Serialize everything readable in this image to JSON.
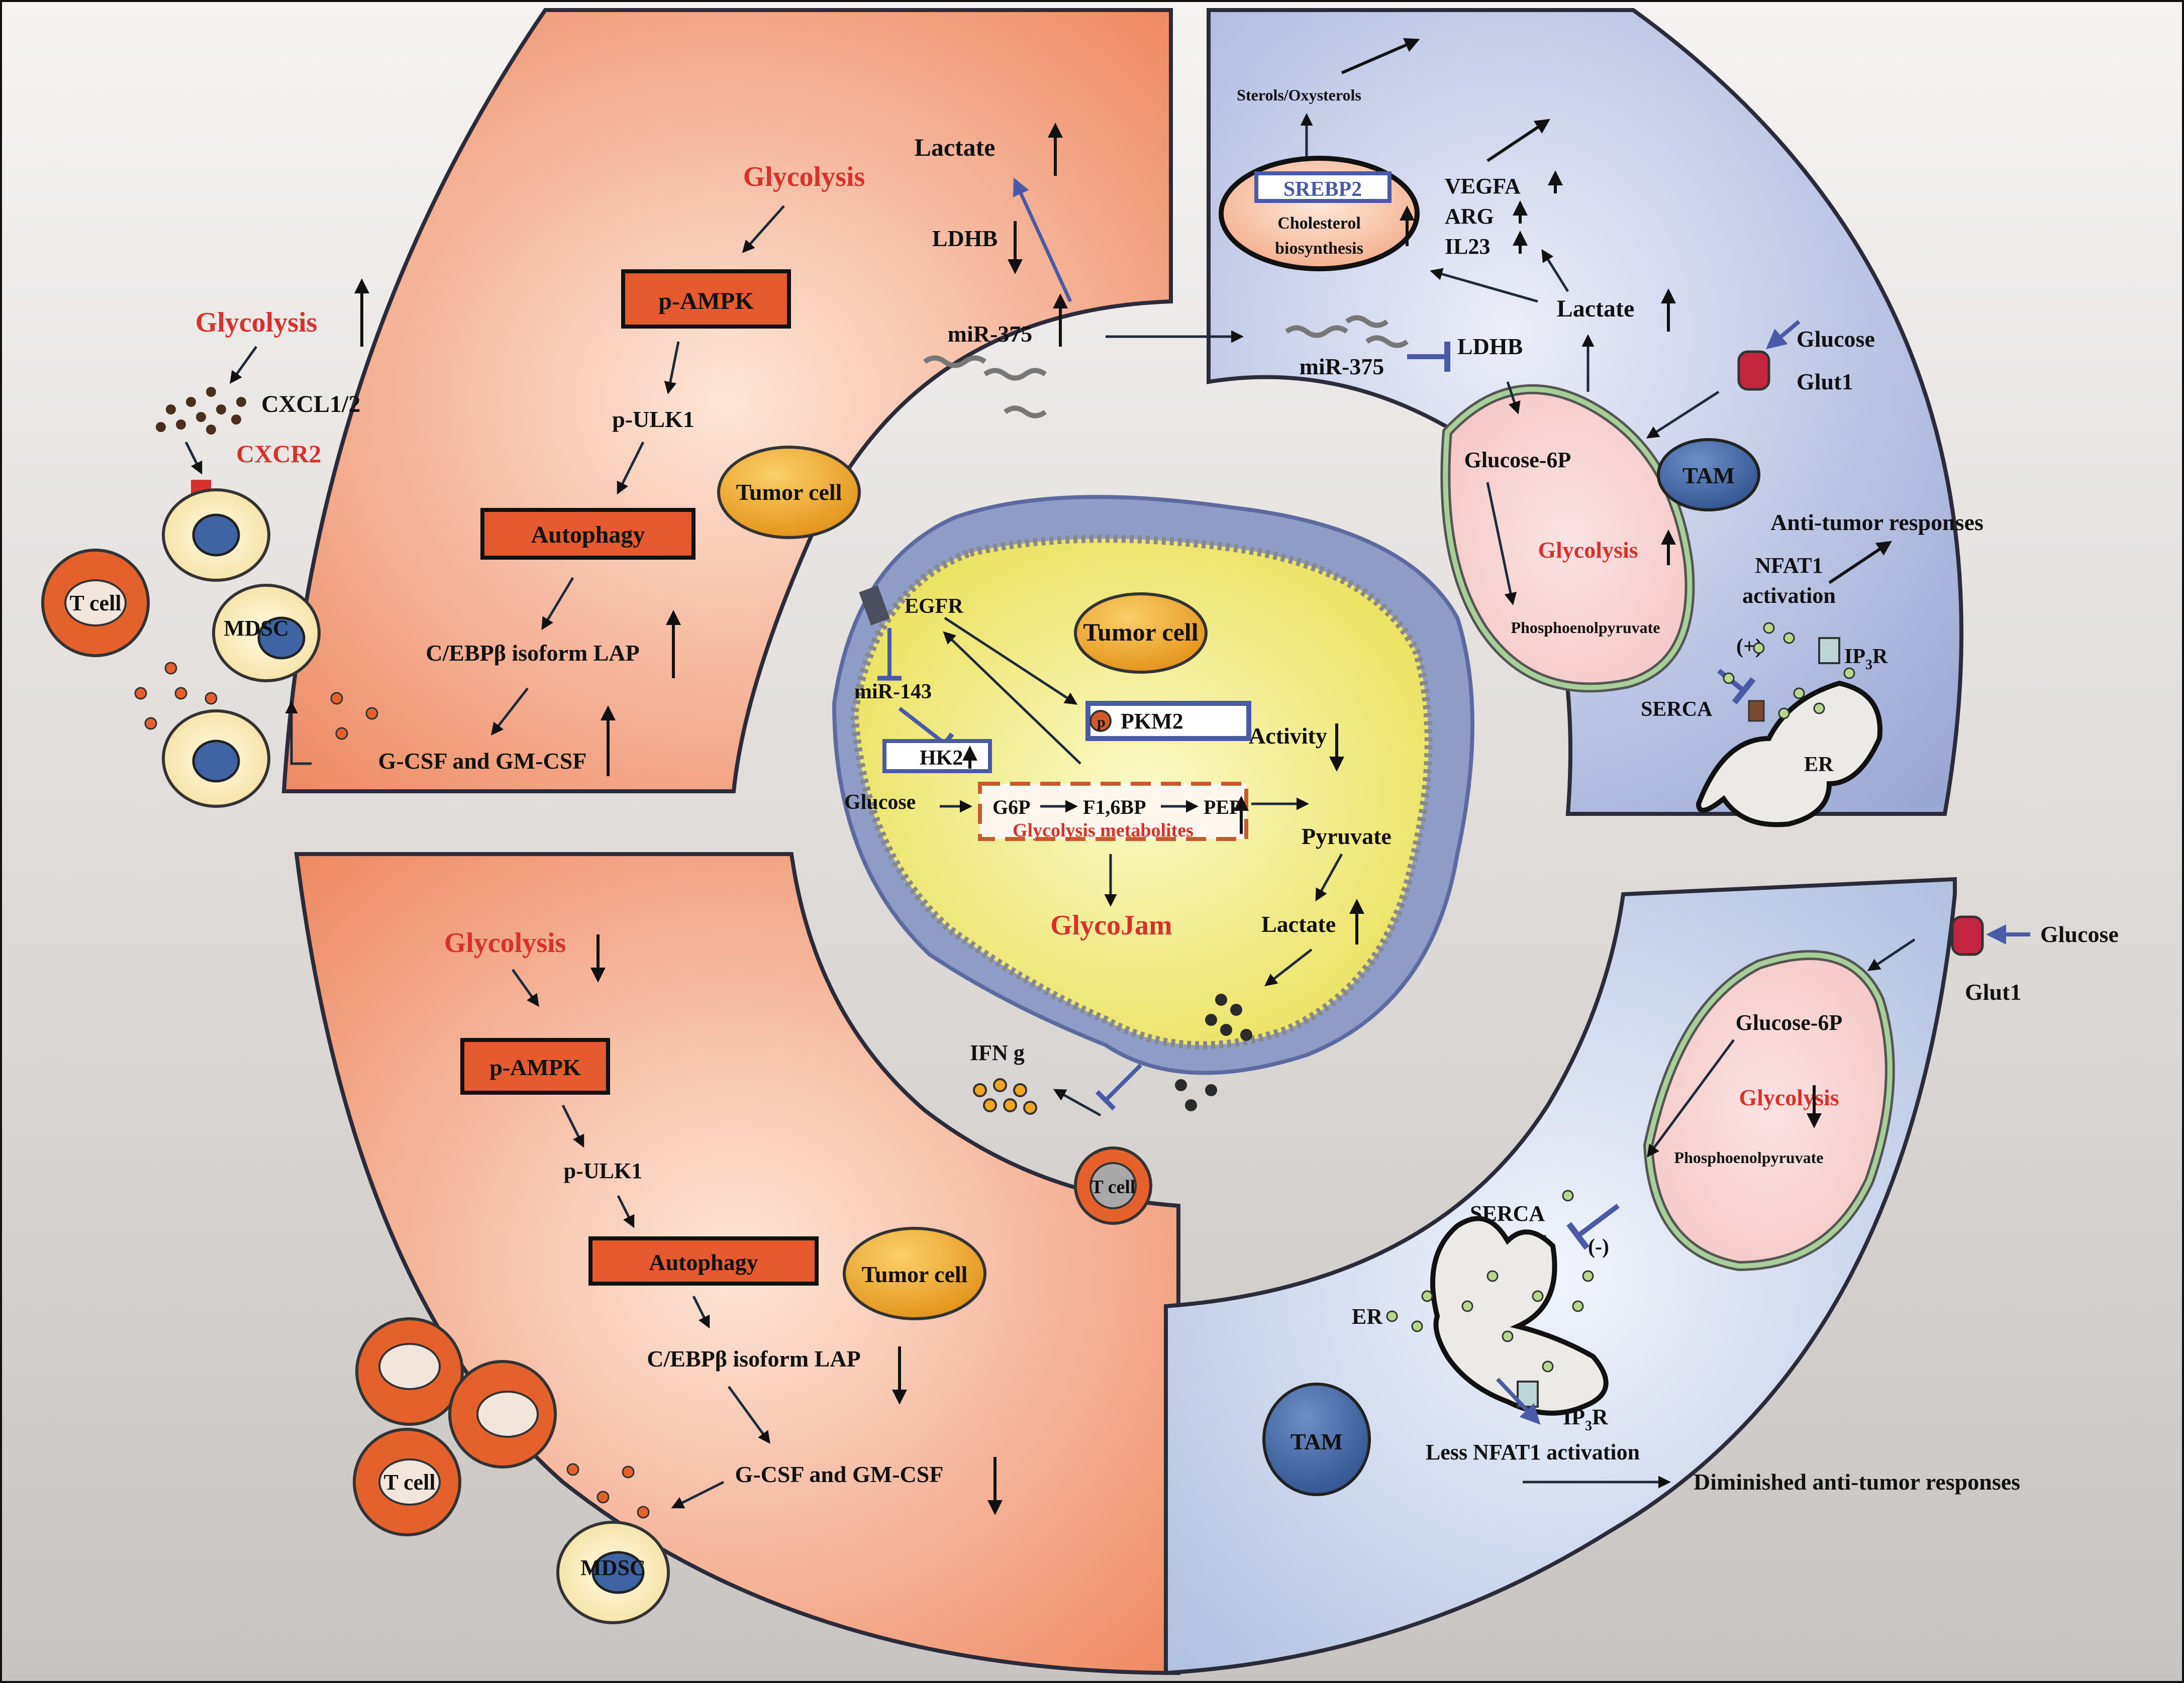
{
  "top_left": {
    "glycolysis": "Glycolysis",
    "p_ampk": "p-AMPK",
    "p_ulk1": "p-ULK1",
    "autophagy": "Autophagy",
    "cebpb": "C/EBPβ isoform LAP",
    "gcsf": "G-CSF and GM-CSF",
    "tumor_cell": "Tumor cell",
    "lactate": "Lactate",
    "ldhb": "LDHB",
    "mir375": "miR-375"
  },
  "left_outside": {
    "glycolysis": "Glycolysis",
    "cxcl": "CXCL1/2",
    "cxcr2": "CXCR2",
    "t_cell": "T cell",
    "mdsc": "MDSC"
  },
  "top_right": {
    "sterols": "Sterols/Oxysterols",
    "srebp2": "SREBP2",
    "cholesterol": "Cholesterol",
    "biosynthesis": "biosynthesis",
    "vegfa": "VEGFA",
    "arg": "ARG",
    "il23": "IL23",
    "lactate": "Lactate",
    "mir375": "miR-375",
    "ldhb": "LDHB",
    "glucose": "Glucose",
    "glut1": "Glut1",
    "glucose6p": "Glucose-6P",
    "tam": "TAM",
    "glycolysis": "Glycolysis",
    "phosphoenolpyruvate": "Phosphoenolpyruvate",
    "anti_tumor": "Anti-tumor responses",
    "nfat1": "NFAT1",
    "activation": "activation",
    "plus": "(+)",
    "ip3r": "IP",
    "ip3r_sub": "3",
    "ip3r_r": "R",
    "serca": "SERCA",
    "er": "ER"
  },
  "center": {
    "egfr": "EGFR",
    "tumor_cell": "Tumor cell",
    "mir143": "miR-143",
    "pkm2": "PKM2",
    "p": "p",
    "hk2": "HK2",
    "activity": "Activity",
    "glucose": "Glucose",
    "g6p": "G6P",
    "f16bp": "F1,6BP",
    "pep": "PEP",
    "pyruvate": "Pyruvate",
    "metabolites": "Glycolysis  metabolites",
    "glycojam": "GlycoJam",
    "lactate": "Lactate",
    "ifn": "IFN g",
    "t_cell": "T cell"
  },
  "bottom_left": {
    "glycolysis": "Glycolysis",
    "p_ampk": "p-AMPK",
    "p_ulk1": "p-ULK1",
    "autophagy": "Autophagy",
    "tumor_cell": "Tumor cell",
    "cebpb": "C/EBPβ isoform LAP",
    "gcsf": "G-CSF and GM-CSF",
    "t_cell": "T cell",
    "mdsc": "MDSC"
  },
  "bottom_right": {
    "glucose": "Glucose",
    "glut1": "Glut1",
    "glucose6p": "Glucose-6P",
    "glycolysis": "Glycolysis",
    "phosphoenolpyruvate": "Phosphoenolpyruvate",
    "serca": "SERCA",
    "minus": "(-)",
    "er": "ER",
    "ip3r": "IP",
    "ip3r_sub": "3",
    "ip3r_r": "R",
    "tam": "TAM",
    "less_nfat1": "Less NFAT1 activation",
    "diminished": "Diminished anti-tumor responses"
  },
  "colors": {
    "background_top": "#f3f1ef",
    "background_bottom": "#c9c5c2",
    "orange_panel": "#f08a62",
    "blue_panel": "#b2bde0",
    "red_text": "#d8312b",
    "tumor_cell": "#f2a51f",
    "tam": "#3e64a3",
    "t_cell": "#e5612c"
  }
}
